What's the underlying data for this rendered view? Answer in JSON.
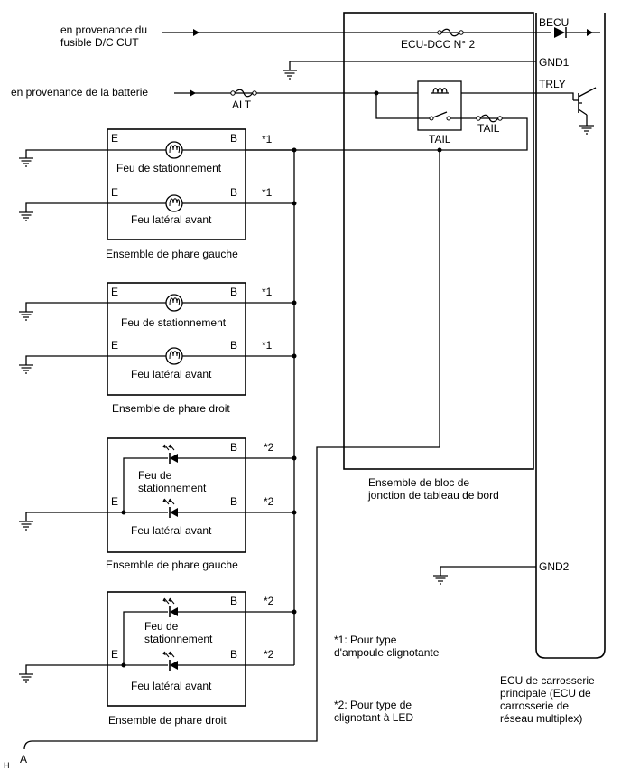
{
  "inputs": {
    "from_fuse_1": "en provenance du",
    "from_fuse_2": "fusible D/C CUT",
    "from_battery": "en provenance de la batterie"
  },
  "fuses": {
    "alt": "ALT",
    "ecu_dcc": "ECU-DCC N° 2",
    "tail_fuse": "TAIL"
  },
  "relay": {
    "label": "TAIL"
  },
  "ecu_terminals": {
    "becu": "BECU",
    "gnd1": "GND1",
    "trly": "TRLY",
    "gnd2": "GND2"
  },
  "junction_block": {
    "line1": "Ensemble de bloc de",
    "line2": "jonction de tableau de bord"
  },
  "ecu": {
    "line1": "ECU de carrosserie",
    "line2": "principale (ECU de",
    "line3": "carrosserie de",
    "line4": "réseau multiplex)"
  },
  "pins": {
    "e": "E",
    "b": "B"
  },
  "marks": {
    "m1": "*1",
    "m2": "*2"
  },
  "lamps": {
    "parking": "Feu de stationnement",
    "parking_1": "Feu de",
    "parking_2": "stationnement",
    "side_front": "Feu latéral avant"
  },
  "assemblies": {
    "left": "Ensemble de phare gauche",
    "right": "Ensemble de phare droit"
  },
  "notes": {
    "n1_line1": "*1: Pour type",
    "n1_line2": "d'ampoule clignotante",
    "n2_line1": "*2: Pour type de",
    "n2_line2": "clignotant à LED"
  },
  "connector": {
    "a": "A"
  },
  "corner": {
    "h": "H"
  }
}
